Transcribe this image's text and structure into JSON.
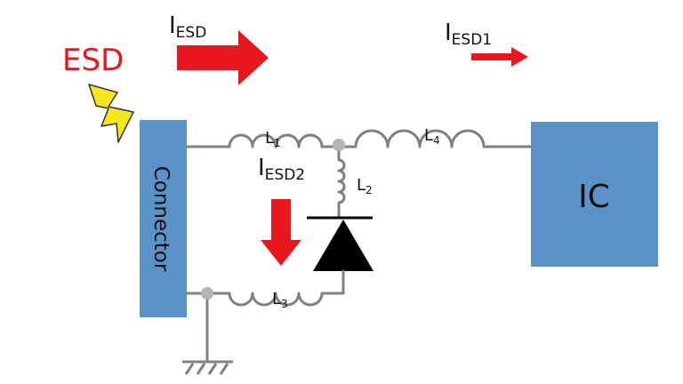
{
  "colors": {
    "wire": "#808080",
    "arrow": "#e8171e",
    "block": "#5b93c9",
    "bolt": "#f5e61e",
    "diode": "#000000",
    "node": "#b3b3b3"
  },
  "labels": {
    "esd": "ESD",
    "i_esd": {
      "main": "I",
      "sub": "ESD"
    },
    "i_esd1": {
      "main": "I",
      "sub": "ESD1"
    },
    "i_esd2": {
      "main": "I",
      "sub": "ESD2"
    },
    "connector": "Connector",
    "ic": "IC",
    "l1": {
      "main": "L",
      "sub": "1"
    },
    "l2": {
      "main": "L",
      "sub": "2"
    },
    "l3": {
      "main": "L",
      "sub": "3"
    },
    "l4": {
      "main": "L",
      "sub": "4"
    }
  },
  "icons": {
    "bolt": "lightning-bolt-icon",
    "ground": "ground-icon",
    "diode": "diode-icon"
  }
}
